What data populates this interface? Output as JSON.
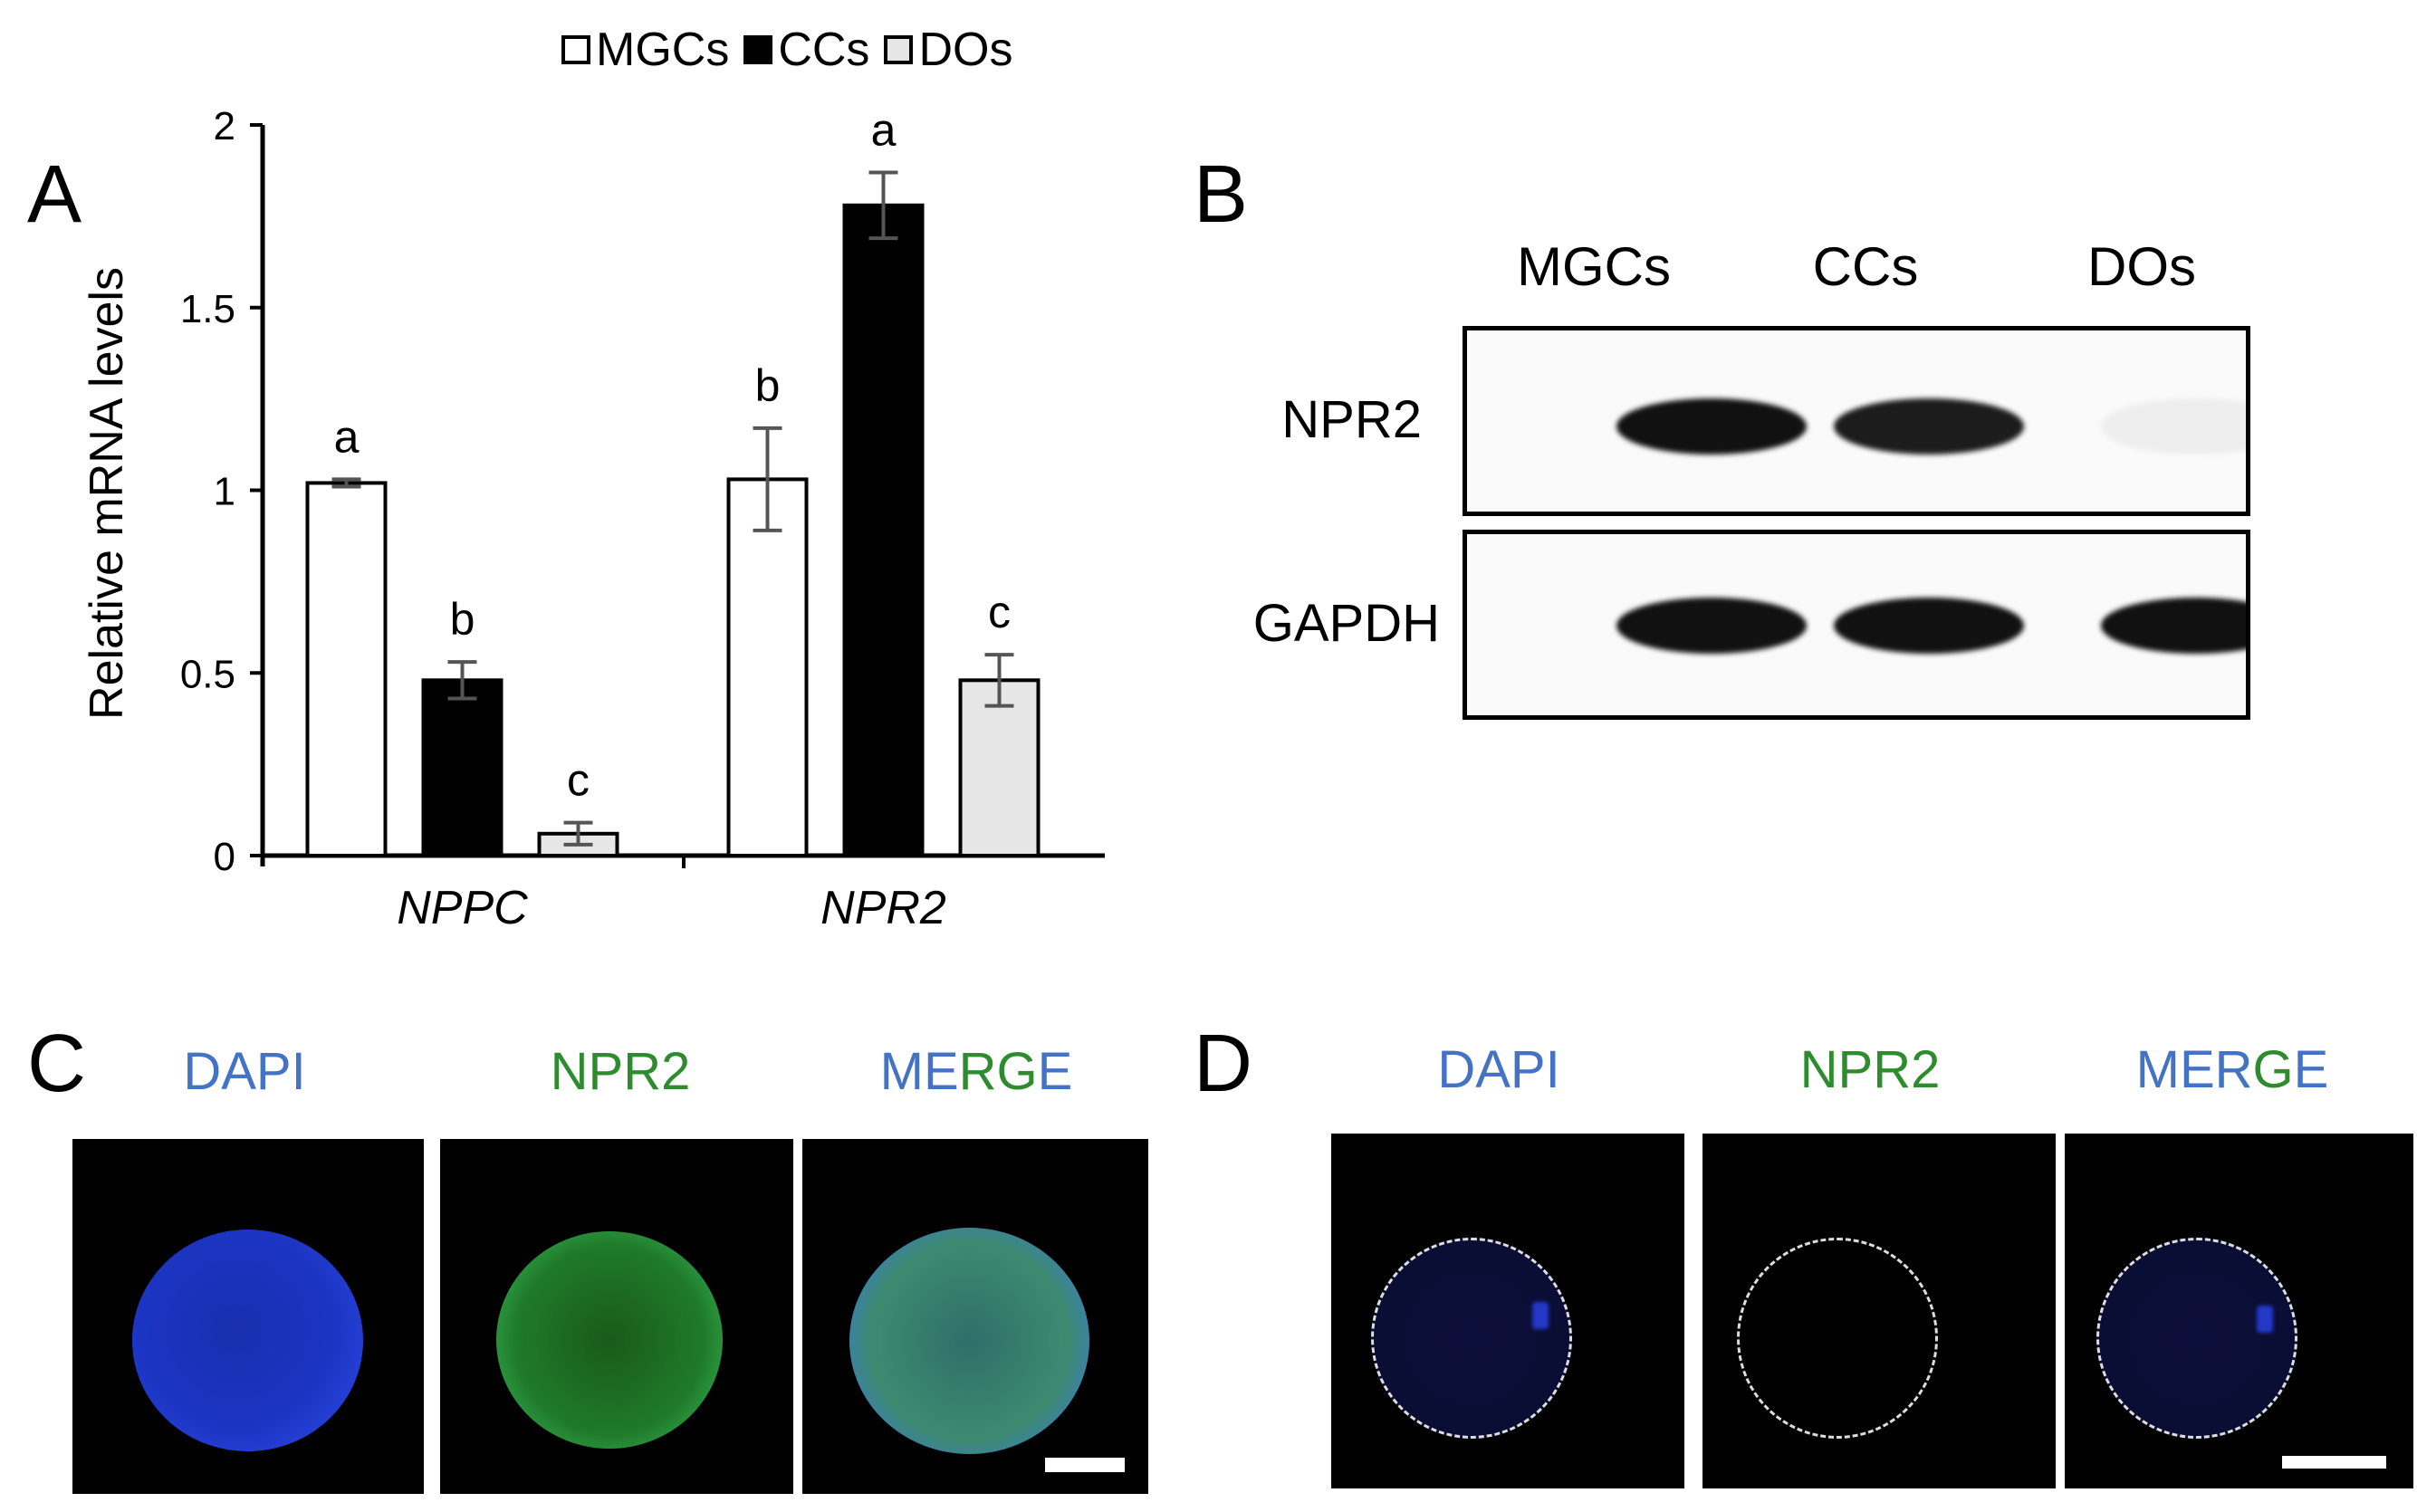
{
  "panel_letters": {
    "a": "A",
    "b": "B",
    "c": "C",
    "d": "D"
  },
  "legend": [
    {
      "label": "MGCs",
      "color": "#ffffff"
    },
    {
      "label": "CCs",
      "color": "#000000"
    },
    {
      "label": "DOs",
      "color": "#e6e6e6"
    }
  ],
  "chart_data": {
    "type": "bar",
    "categories": [
      "NPPC",
      "NPR2"
    ],
    "series": [
      {
        "name": "MGCs",
        "color": "#ffffff",
        "values": [
          1.02,
          1.03
        ],
        "errors": [
          0.01,
          0.14
        ],
        "letters": [
          "a",
          "b"
        ]
      },
      {
        "name": "CCs",
        "color": "#000000",
        "values": [
          0.48,
          1.78
        ],
        "errors": [
          0.05,
          0.09
        ],
        "letters": [
          "b",
          "a"
        ]
      },
      {
        "name": "DOs",
        "color": "#e6e6e6",
        "values": [
          0.06,
          0.48
        ],
        "errors": [
          0.03,
          0.07
        ],
        "letters": [
          "c",
          "c"
        ]
      }
    ],
    "ylabel": "Relative mRNA levels",
    "xlabel": "",
    "ylim": [
      0,
      2
    ],
    "yticks": [
      "0",
      "0.5",
      "1",
      "1.5",
      "2"
    ],
    "grid": false,
    "legend_position": "top"
  },
  "blot": {
    "lanes": [
      "MGCs",
      "CCs",
      "DOs"
    ],
    "rows": [
      {
        "label": "NPR2",
        "intensities": [
          1.0,
          0.95,
          0.12
        ]
      },
      {
        "label": "GAPDH",
        "intensities": [
          1.0,
          1.0,
          1.0
        ]
      }
    ]
  },
  "panel_c": {
    "titles": [
      {
        "text": "DAPI",
        "color": "#4472c4"
      },
      {
        "text": "NPR2",
        "color": "#2e8b2e"
      }
    ],
    "merge": {
      "me": "ME",
      "rg": "RG",
      "e": "E",
      "blue": "#4472c4",
      "green": "#2e8b2e"
    }
  },
  "panel_d": {
    "titles": [
      {
        "text": "DAPI",
        "color": "#4472c4"
      },
      {
        "text": "NPR2",
        "color": "#2e8b2e"
      }
    ],
    "merge": {
      "me": "MER",
      "rg": "G",
      "e": "E",
      "blue": "#4472c4",
      "green": "#2e8b2e"
    }
  }
}
